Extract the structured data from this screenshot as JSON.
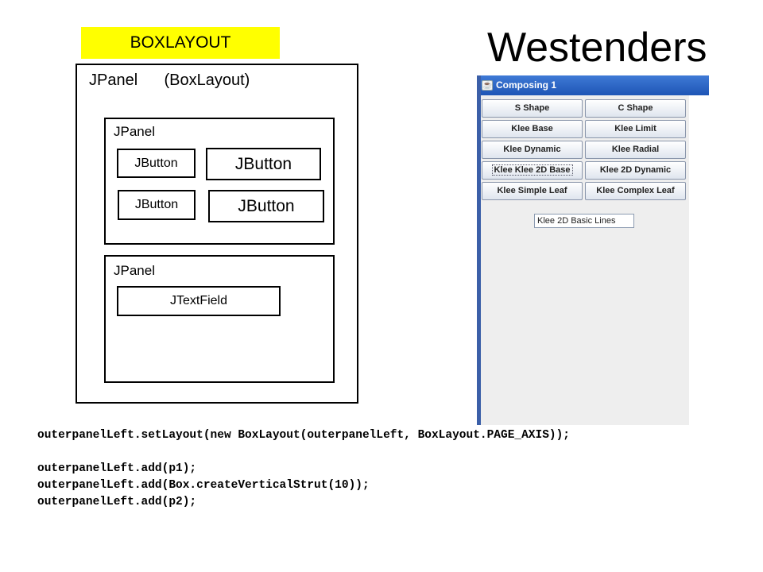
{
  "diagram": {
    "tag": "BOXLAYOUT",
    "outer_panel": "JPanel",
    "outer_layout": "(BoxLayout)",
    "panel1": {
      "label": "JPanel",
      "buttons": [
        "JButton",
        "JButton",
        "JButton",
        "JButton"
      ]
    },
    "panel2": {
      "label": "JPanel",
      "textfield": "JTextField"
    }
  },
  "title": "Westenders",
  "java_window": {
    "title": "Composing 1",
    "buttons": [
      "S Shape",
      "C Shape",
      "Klee Base",
      "Klee Limit",
      "Klee Dynamic",
      "Klee Radial",
      "Klee Klee 2D Base",
      "Klee 2D Dynamic",
      "Klee Simple Leaf",
      "Klee Complex Leaf"
    ],
    "textfield_value": "Klee 2D Basic Lines"
  },
  "code": [
    "outerpanelLeft.setLayout(new BoxLayout(outerpanelLeft, BoxLayout.PAGE_AXIS));",
    "",
    "outerpanelLeft.add(p1);",
    "outerpanelLeft.add(Box.createVerticalStrut(10));",
    "outerpanelLeft.add(p2);"
  ]
}
